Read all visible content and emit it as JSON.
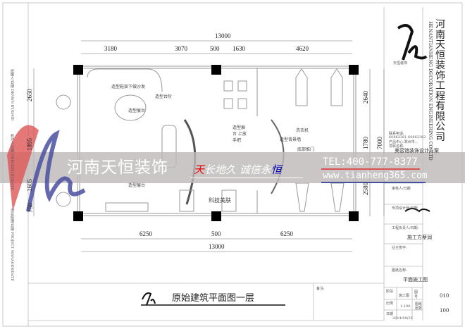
{
  "company": {
    "name_cn": "河南天恒装饰工程有限公司",
    "name_en": "HENANTIANHENG DECORATION ENGINEERING CO.,LTD",
    "logo_text": "天恒装饰"
  },
  "banner": {
    "name": "河南天恒装饰",
    "slogan_parts": [
      "天",
      "长地久 诚信永",
      "恒"
    ],
    "tel": "TEL:400-777-8377",
    "website": "www.tianheng365.com",
    "colors": {
      "red": "#d9534f",
      "blue": "#4a4fa0"
    }
  },
  "dimensions": {
    "top": [
      "3180",
      "3070",
      "500",
      "1630",
      "4620"
    ],
    "top_total": "13000",
    "bottom": [
      "6250",
      "500",
      "6250"
    ],
    "bottom_total": "13000",
    "right": [
      "2640",
      "1780",
      "2580"
    ],
    "right_total": "7000",
    "left": [
      "2650",
      "1895",
      "1605",
      "750"
    ]
  },
  "rooms": {
    "sofa": "造型鞋架下做沙发",
    "step": "造型台阶",
    "display1": "造型展台",
    "display2": "造型展台",
    "display3": "造型展台 上放手把",
    "bg_wall": "造型背景墙",
    "washer": "洗衣机",
    "door": "底部推门",
    "beauty": "科技美肤"
  },
  "title_block": {
    "contact_label": "联系电话:",
    "contact": "60862361 60862362",
    "address": "产品中心:郑州市...",
    "project_label": "项目名称:",
    "project": "美容馆装饰设计方案",
    "reviewer_label": "审核人/日期",
    "designer_label": "专项设计师/日期",
    "manager_label": "工程负责人/日期:",
    "manager": "施工方蔡润",
    "owner_label": "业主签字:",
    "drawing_name_label": "图纸名称:",
    "drawing_name": "平面施工图",
    "stage_label": "阶段",
    "stage": "施工图",
    "scale_label": "比例",
    "scale": "1:100",
    "date_label": "日期",
    "date": "2014/09/25",
    "number_label": "图号",
    "number": "010",
    "sheets_label": "图纸张数",
    "sheets": "100",
    "remarks_label": "备注:"
  },
  "left_strip": [
    "绘图人/日期 DRAWN BY/DATE",
    "校对人/日期 CHECKED BY/DATE",
    "项目经理/日期 PROJECT MANAGER/DATE"
  ],
  "drawing_title": "原始建筑平面图一层"
}
